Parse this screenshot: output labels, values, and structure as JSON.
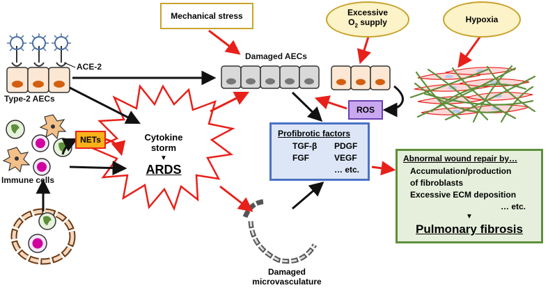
{
  "labels": {
    "mechanical_stress": "Mechanical stress",
    "excessive_o2_line1": "Excessive",
    "excessive_o2_line2_a": "O",
    "excessive_o2_line2_sub": "2",
    "excessive_o2_line2_b": " supply",
    "hypoxia": "Hypoxia",
    "damaged_aecs": "Damaged AECs",
    "ace2": "ACE-2",
    "type2_aecs": "Type-2 AECs",
    "ros": "ROS",
    "nets": "NETs",
    "immune_cells": "Immune cells",
    "cytokine_storm_line1": "Cytokine",
    "cytokine_storm_line2": "storm",
    "down_triangle": "▼",
    "ards": "ARDS",
    "damaged_microvasculature_line1": "Damaged",
    "damaged_microvasculature_line2": "microvasculature"
  },
  "profibrotic": {
    "title": "Profibrotic factors",
    "factors": [
      "TGF-β",
      "PDGF",
      "FGF",
      "VEGF"
    ],
    "etc": "… etc."
  },
  "wound_repair": {
    "title": "Abnormal wound repair by…",
    "line1": "Accumulation/production",
    "line2": "of fibroblasts",
    "line3": "Excessive ECM deposition",
    "etc": "… etc.",
    "arrow": "▼",
    "outcome": "Pulmonary fibrosis"
  },
  "colors": {
    "red_arrow": "#e8201a",
    "black_arrow": "#111111",
    "profibrotic_border": "#4a72c4",
    "profibrotic_fill": "#dde6f6",
    "wound_border": "#5e8f3a",
    "wound_fill": "#e6efdc",
    "ros_fill": "#c9a8f0",
    "nets_fill": "#f9b21a",
    "oval_fill": "#fdf3c8",
    "mech_border": "#c8a22a"
  }
}
